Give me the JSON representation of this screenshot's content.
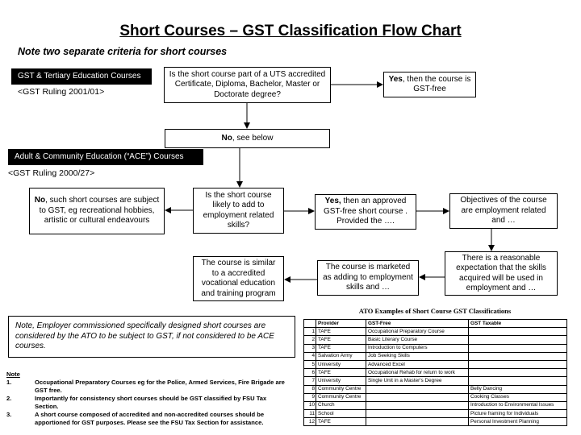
{
  "title": "Short Courses – GST Classification Flow Chart",
  "subtitle": "Note two separate criteria for short courses",
  "section1": {
    "tag": "GST & Tertiary Education Courses",
    "ruling": "<GST Ruling 2001/01>"
  },
  "section2": {
    "tag": "Adult & Community Education (“ACE”) Courses",
    "ruling": "<GST Ruling 2000/27>"
  },
  "boxes": {
    "q1": "Is the short course part of a UTS accredited Certificate, Diploma, Bachelor, Master or Doctorate degree?",
    "yes1_bold": "Yes",
    "yes1_rest": ", then the course is GST-free",
    "no1_bold": "No",
    "no1_rest": ", see below",
    "q2": "Is the short course likely to add to employment related skills?",
    "no2_bold": "No",
    "no2_rest": ", such short courses are subject to GST, eg recreational hobbies, artistic or cultural endeavours",
    "yes2_bold": "Yes,",
    "yes2_rest": " then an approved GST-free short course . Provided the ….",
    "objectives": "Objectives of the course are employment related and …",
    "expectation": "There is a reasonable expectation that the skills acquired will be used in employment and …",
    "marketed": "The course is marketed as adding to employment skills and …",
    "similar": "The course is similar to a accredited vocational education and training program"
  },
  "note_box": "Note, Employer commissioned specifically designed short courses are considered by the ATO to be subject to GST, if not considered to be ACE courses.",
  "notes": {
    "heading": "Note",
    "items": [
      {
        "num": "1.",
        "text": "Occupational Preparatory Courses eg for the Police, Armed Services, Fire Brigade are GST free."
      },
      {
        "num": "2.",
        "text": "Importantly for consistency short courses should be GST classified by FSU Tax Section."
      },
      {
        "num": "3.",
        "text": "A short course composed of accredited and non-accredited courses should be apportioned for GST purposes.  Please see the FSU Tax Section for assistance."
      }
    ]
  },
  "table": {
    "title": "ATO Examples of Short Course GST Classifications",
    "headers": [
      "",
      "Provider",
      "GST-Free",
      "GST Taxable"
    ],
    "rows": [
      [
        "1",
        "TAFE",
        "Occupational Preparatory Course",
        ""
      ],
      [
        "2",
        "TAFE",
        "Basic Literary Course",
        ""
      ],
      [
        "3",
        "TAFE",
        "Introduction to Computers",
        ""
      ],
      [
        "4",
        "Salvation Army",
        "Job Seeking Skills",
        ""
      ],
      [
        "5",
        "University",
        "Advanced Excel",
        ""
      ],
      [
        "6",
        "TAFE",
        "Occupational Rehab for return to work",
        ""
      ],
      [
        "7",
        "University",
        "Single Unit in a Master's Degree",
        ""
      ],
      [
        "8",
        "Community Centre",
        "",
        "Belly Dancing"
      ],
      [
        "9",
        "Community Centre",
        "",
        "Cooking Classes"
      ],
      [
        "10",
        "Church",
        "",
        "Introduction to Environmental Issues"
      ],
      [
        "11",
        "School",
        "",
        "Picture framing for Individuals"
      ],
      [
        "12",
        "TAFE",
        "",
        "Personal Investment Planning"
      ]
    ]
  }
}
